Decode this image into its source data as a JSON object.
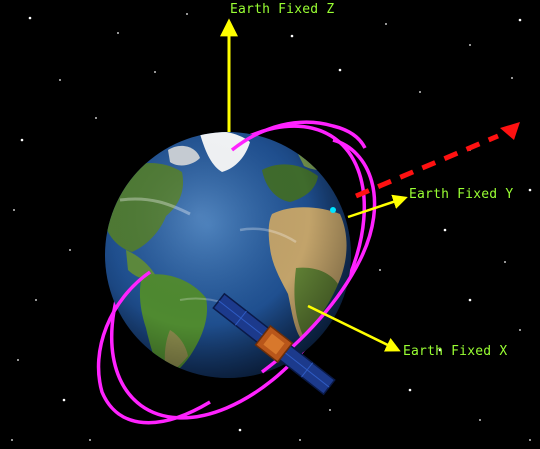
{
  "axes": {
    "z_label": "Earth Fixed Z",
    "y_label": "Earth Fixed Y",
    "x_label": "Earth Fixed X"
  },
  "colors": {
    "background": "#000000",
    "axis_line": "#ffff00",
    "axis_label": "#99ff33",
    "orbit": "#ff22ff",
    "velocity_vector": "#ff1111",
    "ocean": "#1e4d8c",
    "land": "#4e7a34",
    "desert": "#c2a36a",
    "ice": "#f4f6f8",
    "satellite_body": "#b8561a",
    "solar_panel": "#1c3a8c",
    "satellite_marker": "#00e5ff",
    "stars": "#ffffff"
  },
  "icons": {
    "satellite": "satellite-icon",
    "globe": "earth-globe"
  }
}
